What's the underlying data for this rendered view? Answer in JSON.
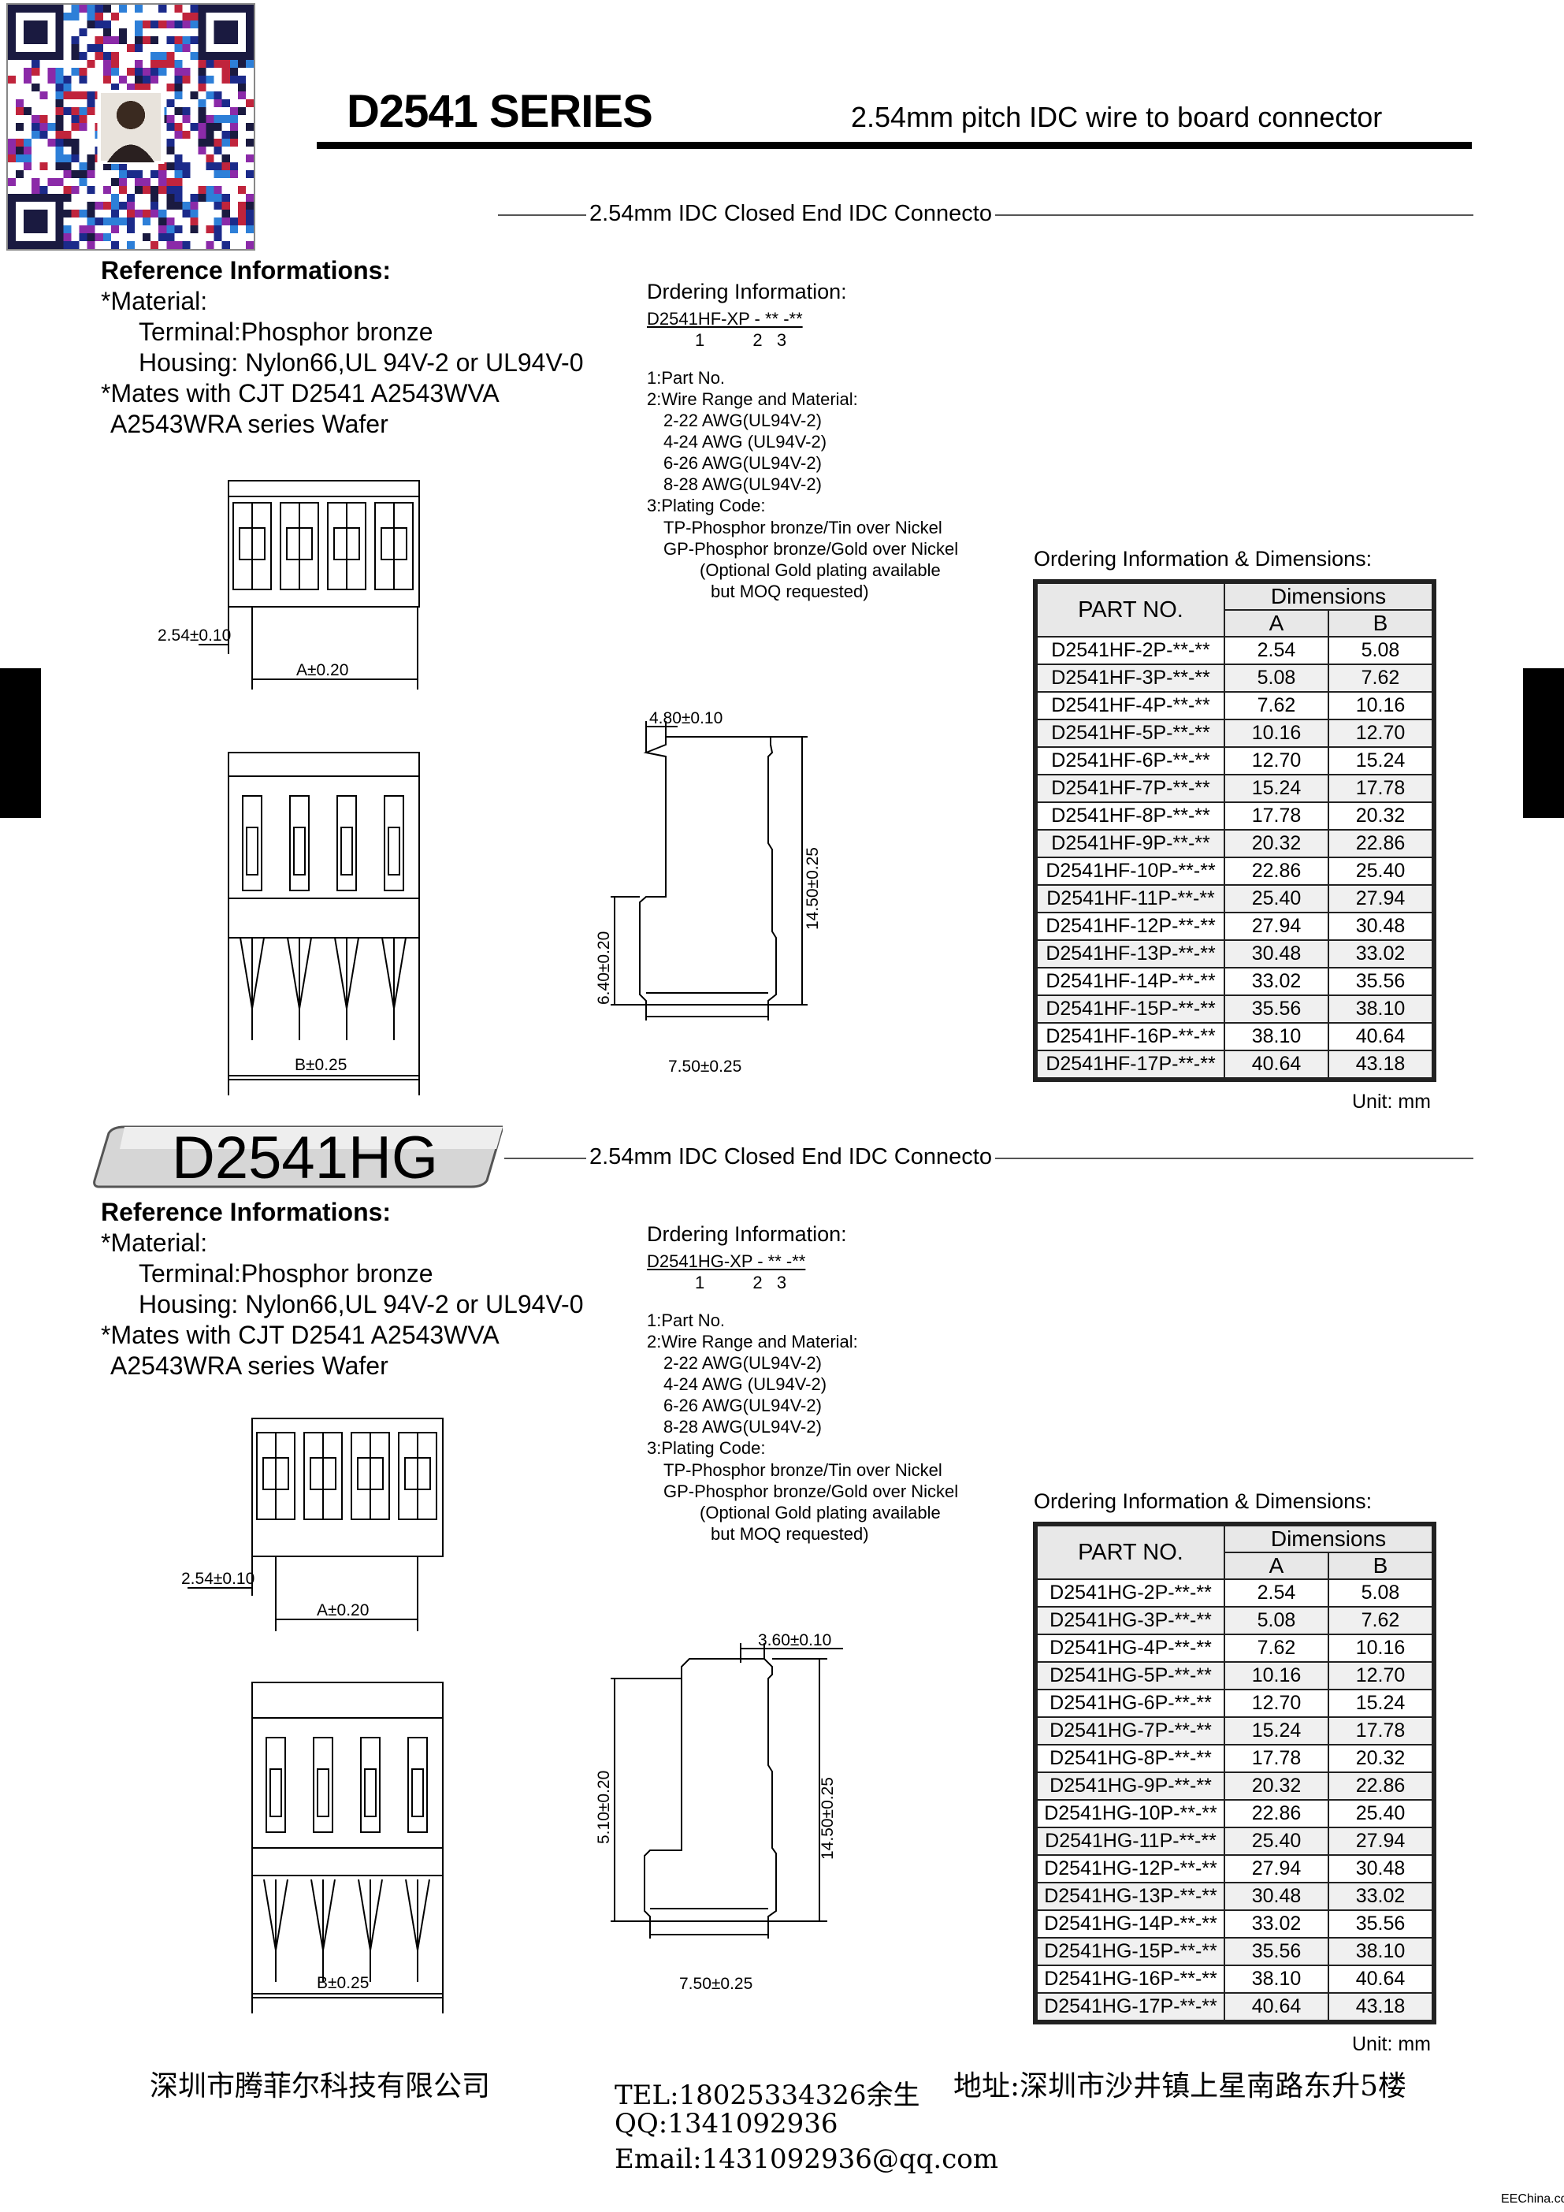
{
  "header": {
    "series_title": "D2541 SERIES",
    "series_subtitle": "2.54mm pitch IDC wire to board connector"
  },
  "sections": [
    {
      "label": "2.54mm IDC Closed End IDC Connecto",
      "model_badge": "",
      "reference": {
        "heading": "Reference Informations:",
        "lines": [
          "*Material:",
          "Terminal:Phosphor bronze",
          "Housing: Nylon66,UL 94V-2 or UL94V-0",
          "*Mates with CJT D2541 A2543WVA",
          "A2543WRA series Wafer"
        ]
      },
      "ordering": {
        "title": "Drdering Information:",
        "code": "D2541HF-XP - ** -**",
        "code_idx": "1          2   3",
        "lines": [
          "1:Part No.",
          "2:Wire Range and Material:",
          "2-22 AWG(UL94V-2)",
          "4-24 AWG (UL94V-2)",
          "6-26 AWG(UL94V-2)",
          "8-28 AWG(UL94V-2)",
          "3:Plating Code:",
          "TP-Phosphor bronze/Tin over Nickel",
          "GP-Phosphor bronze/Gold over Nickel",
          "(Optional Gold plating available",
          "but MOQ requested)"
        ]
      },
      "drawing_labels": {
        "pitch": "2.54±0.10",
        "a": "A±0.20",
        "b": "B±0.25",
        "width_top": "4.80±0.10",
        "height_small": "6.40±0.20",
        "height_total": "14.50±0.25",
        "width_bottom": "7.50±0.25"
      },
      "table": {
        "caption": "Ordering Information & Dimensions:",
        "col_part": "PART NO.",
        "col_dims": "Dimensions",
        "col_a": "A",
        "col_b": "B",
        "rows": [
          [
            "D2541HF-2P-**-**",
            "2.54",
            "5.08"
          ],
          [
            "D2541HF-3P-**-**",
            "5.08",
            "7.62"
          ],
          [
            "D2541HF-4P-**-**",
            "7.62",
            "10.16"
          ],
          [
            "D2541HF-5P-**-**",
            "10.16",
            "12.70"
          ],
          [
            "D2541HF-6P-**-**",
            "12.70",
            "15.24"
          ],
          [
            "D2541HF-7P-**-**",
            "15.24",
            "17.78"
          ],
          [
            "D2541HF-8P-**-**",
            "17.78",
            "20.32"
          ],
          [
            "D2541HF-9P-**-**",
            "20.32",
            "22.86"
          ],
          [
            "D2541HF-10P-**-**",
            "22.86",
            "25.40"
          ],
          [
            "D2541HF-11P-**-**",
            "25.40",
            "27.94"
          ],
          [
            "D2541HF-12P-**-**",
            "27.94",
            "30.48"
          ],
          [
            "D2541HF-13P-**-**",
            "30.48",
            "33.02"
          ],
          [
            "D2541HF-14P-**-**",
            "33.02",
            "35.56"
          ],
          [
            "D2541HF-15P-**-**",
            "35.56",
            "38.10"
          ],
          [
            "D2541HF-16P-**-**",
            "38.10",
            "40.64"
          ],
          [
            "D2541HF-17P-**-**",
            "40.64",
            "43.18"
          ]
        ],
        "unit": "Unit: mm"
      }
    },
    {
      "label": "2.54mm IDC Closed End IDC Connecto",
      "model_badge": "D2541HG",
      "reference": {
        "heading": "Reference Informations:",
        "lines": [
          "*Material:",
          "Terminal:Phosphor bronze",
          "Housing: Nylon66,UL 94V-2 or UL94V-0",
          "*Mates with CJT D2541 A2543WVA",
          "A2543WRA series Wafer"
        ]
      },
      "ordering": {
        "title": "Drdering Information:",
        "code": "D2541HG-XP - ** -**",
        "code_idx": "1          2   3",
        "lines": [
          "1:Part No.",
          "2:Wire Range and Material:",
          "2-22 AWG(UL94V-2)",
          "4-24 AWG (UL94V-2)",
          "6-26 AWG(UL94V-2)",
          "8-28 AWG(UL94V-2)",
          "3:Plating Code:",
          "TP-Phosphor bronze/Tin over Nickel",
          "GP-Phosphor bronze/Gold over Nickel",
          "(Optional Gold plating available",
          "but MOQ requested)"
        ]
      },
      "drawing_labels": {
        "pitch": "2.54±0.10",
        "a": "A±0.20",
        "b": "B±0.25",
        "width_top": "3.60±0.10",
        "height_small": "5.10±0.20",
        "height_total": "14.50±0.25",
        "width_bottom": "7.50±0.25"
      },
      "table": {
        "caption": "Ordering Information & Dimensions:",
        "col_part": "PART NO.",
        "col_dims": "Dimensions",
        "col_a": "A",
        "col_b": "B",
        "rows": [
          [
            "D2541HG-2P-**-**",
            "2.54",
            "5.08"
          ],
          [
            "D2541HG-3P-**-**",
            "5.08",
            "7.62"
          ],
          [
            "D2541HG-4P-**-**",
            "7.62",
            "10.16"
          ],
          [
            "D2541HG-5P-**-**",
            "10.16",
            "12.70"
          ],
          [
            "D2541HG-6P-**-**",
            "12.70",
            "15.24"
          ],
          [
            "D2541HG-7P-**-**",
            "15.24",
            "17.78"
          ],
          [
            "D2541HG-8P-**-**",
            "17.78",
            "20.32"
          ],
          [
            "D2541HG-9P-**-**",
            "20.32",
            "22.86"
          ],
          [
            "D2541HG-10P-**-**",
            "22.86",
            "25.40"
          ],
          [
            "D2541HG-11P-**-**",
            "25.40",
            "27.94"
          ],
          [
            "D2541HG-12P-**-**",
            "27.94",
            "30.48"
          ],
          [
            "D2541HG-13P-**-**",
            "30.48",
            "33.02"
          ],
          [
            "D2541HG-14P-**-**",
            "33.02",
            "35.56"
          ],
          [
            "D2541HG-15P-**-**",
            "35.56",
            "38.10"
          ],
          [
            "D2541HG-16P-**-**",
            "38.10",
            "40.64"
          ],
          [
            "D2541HG-17P-**-**",
            "40.64",
            "43.18"
          ]
        ],
        "unit": "Unit: mm"
      }
    }
  ],
  "footer": {
    "company": "深圳市腾菲尔科技有限公司",
    "tel": "TEL:18025334326余生",
    "qq": "QQ:1341092936",
    "email": "Email:1431092936@qq.com",
    "address": "地址:深圳市沙井镇上星南路东升5楼"
  },
  "watermark": "EEChina.com",
  "icons": {
    "qr": "qr-code-icon",
    "avatar": "person-photo-icon"
  }
}
